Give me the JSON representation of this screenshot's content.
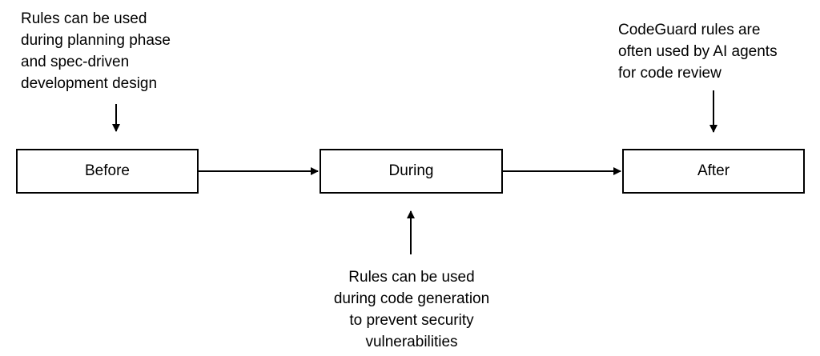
{
  "stages": {
    "before": "Before",
    "during": "During",
    "after": "After"
  },
  "notes": {
    "before": [
      "Rules can be used",
      "during planning phase",
      "and spec-driven",
      "development design"
    ],
    "during": [
      "Rules can be used",
      "during code generation",
      "to prevent security",
      "vulnerabilities"
    ],
    "after": [
      "CodeGuard rules are",
      "often used by AI agents",
      "for code review"
    ]
  },
  "colors": {
    "line": "#000000",
    "background": "#ffffff"
  }
}
